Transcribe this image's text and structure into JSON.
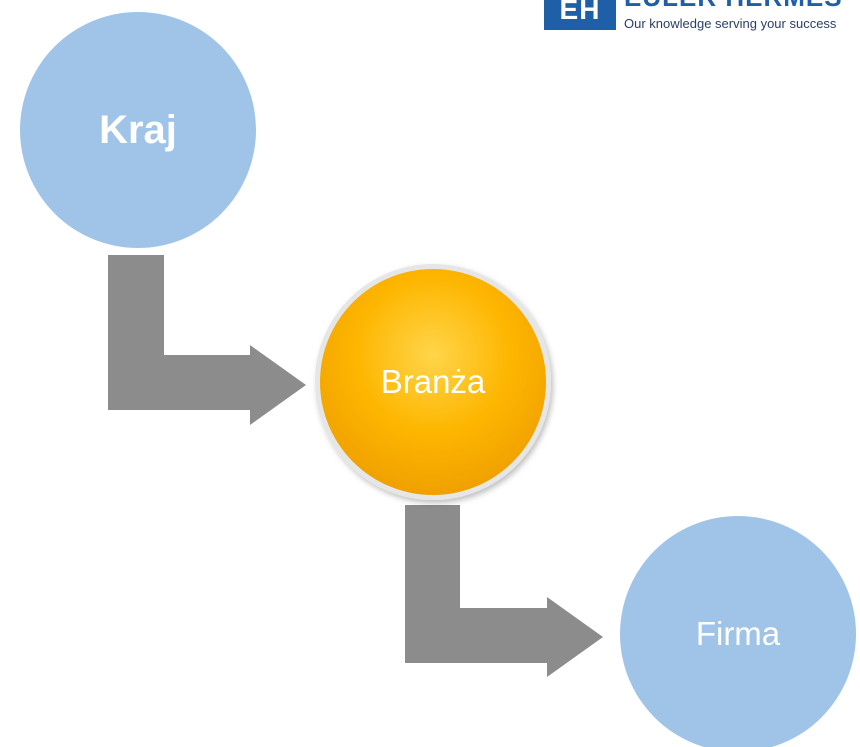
{
  "logo": {
    "mark": "EH",
    "name": "EULER HERMES",
    "tagline": "Our knowledge serving your success"
  },
  "diagram": {
    "nodes": [
      {
        "label": "Kraj",
        "color": "#9fc4e8",
        "bold": true
      },
      {
        "label": "Branża",
        "color": "#fdb600",
        "bold": false
      },
      {
        "label": "Firma",
        "color": "#9fc4e8",
        "bold": false
      }
    ],
    "arrow_color": "#8c8c8c",
    "highlight_ring": "#d9d9d9"
  }
}
